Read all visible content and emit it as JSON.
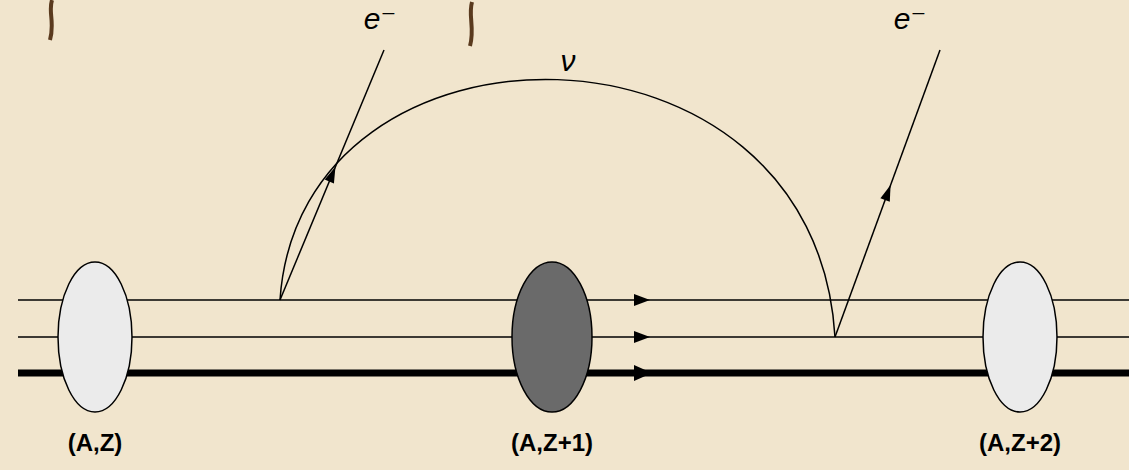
{
  "diagram": {
    "nodes": [
      {
        "text": [
          "(A,Z)"
        ]
      },
      {
        "text": [
          "(A,Z+1)"
        ]
      },
      {
        "text": [
          "(A,Z+2)"
        ]
      }
    ],
    "labels": [
      "e⁻",
      "ν",
      "e⁻"
    ]
  }
}
